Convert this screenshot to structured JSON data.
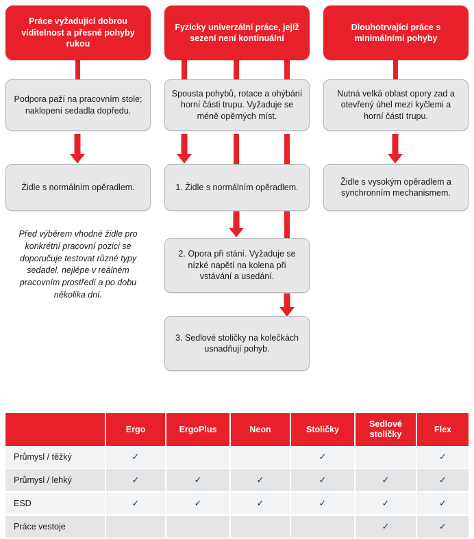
{
  "colors": {
    "brand_red": "#E8202A",
    "box_gray": "#E6E7E8",
    "row_light": "#F2F3F4",
    "row_dark": "#E4E5E7",
    "check_navy": "#1F3864"
  },
  "flow": {
    "columns": [
      {
        "id": "column-left",
        "header": "Práce vyžadující dobrou viditelnost a přesné pohyby rukou",
        "description": "Podpora paží na pracovním stole; naklopení sedadla dopředu.",
        "results": [
          "Židle s normálním opěradlem."
        ],
        "note": "Před výběrem vhodné židle pro konkrétní pracovní pozici se doporučuje testovat různé typy sedadel, nejlépe v reálném pracovním prostředí a po dobu několika dní."
      },
      {
        "id": "column-middle",
        "header": "Fyzicky univerzální práce, jejíž sezení není kontinuální",
        "description": "Spousta pohybů, rotace a ohýbání horní části trupu. Vyžaduje se méně opěrných míst.",
        "results": [
          "1. Židle s normálním opěradlem.",
          "2. Opora při stání. Vyžaduje se nízké napětí na kolena při vstávání a usedání.",
          "3. Sedlové stoličky na kolečkách usnadňují pohyb."
        ],
        "note": null
      },
      {
        "id": "column-right",
        "header": "Dlouhotrvající práce s minimálními pohyby",
        "description": "Nutná velká oblast opory zad a otevřený úhel mezi kyčlemi a horní částí trupu.",
        "results": [
          "Židle s vysokým opěradlem a synchronním mechanismem."
        ],
        "note": null
      }
    ]
  },
  "matrix": {
    "corner_label": "",
    "columns": [
      "Ergo",
      "ErgoPlus",
      "Neon",
      "Stoličky",
      "Sedlové stoličky",
      "Flex"
    ],
    "check_glyph": "✓",
    "rows": [
      {
        "label": "Průmysl / těžký",
        "values": [
          true,
          false,
          false,
          true,
          false,
          true
        ]
      },
      {
        "label": "Průmysl / lehký",
        "values": [
          true,
          true,
          true,
          true,
          true,
          true
        ]
      },
      {
        "label": "ESD",
        "values": [
          true,
          true,
          true,
          true,
          true,
          true
        ]
      },
      {
        "label": "Práce vestoje",
        "values": [
          false,
          false,
          false,
          false,
          true,
          true
        ]
      }
    ]
  }
}
